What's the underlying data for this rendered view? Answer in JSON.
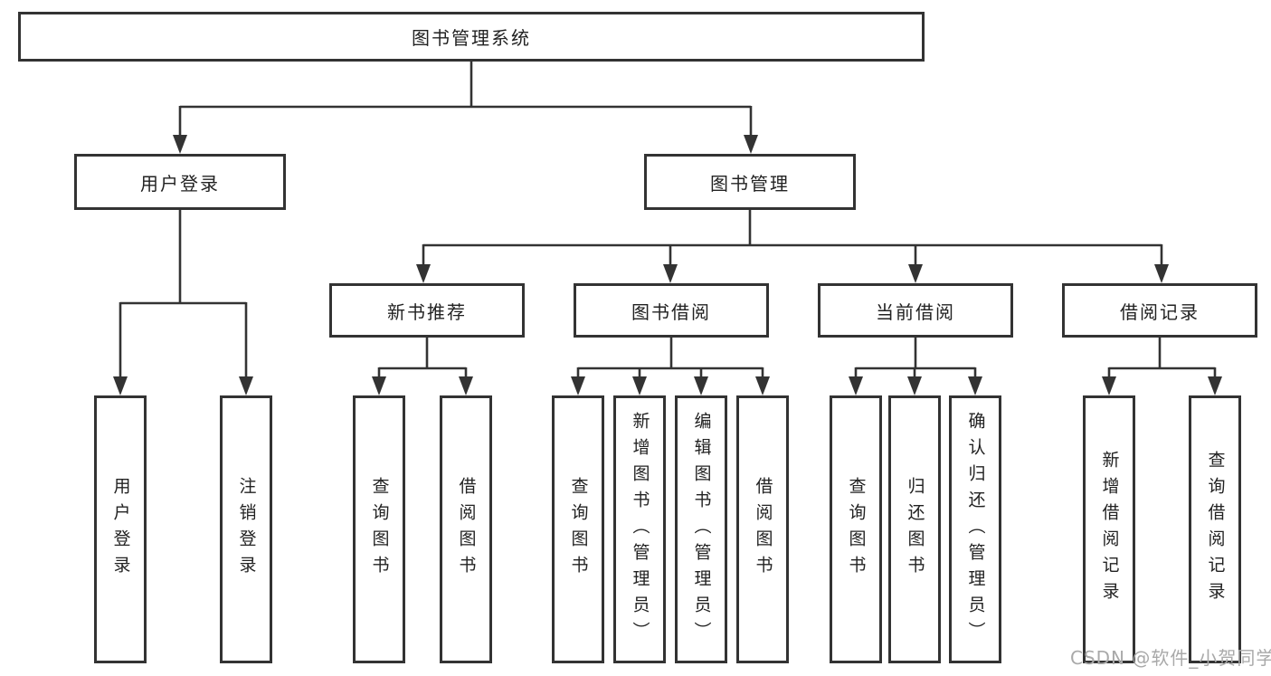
{
  "diagram": {
    "title": "图书管理系统",
    "nodes": {
      "root": {
        "label": "图书管理系统"
      },
      "level2": [
        {
          "label": "用户登录"
        },
        {
          "label": "图书管理"
        }
      ],
      "level3": [
        {
          "label": "新书推荐"
        },
        {
          "label": "图书借阅"
        },
        {
          "label": "当前借阅"
        },
        {
          "label": "借阅记录"
        }
      ],
      "leaves": [
        {
          "label": "用户登录",
          "parent": "用户登录"
        },
        {
          "label": "注销登录",
          "parent": "用户登录"
        },
        {
          "label": "查询图书",
          "parent": "新书推荐"
        },
        {
          "label": "借阅图书",
          "parent": "新书推荐"
        },
        {
          "label": "查询图书",
          "parent": "图书借阅"
        },
        {
          "label": "新增图书（管理员）",
          "parent": "图书借阅"
        },
        {
          "label": "编辑图书（管理员）",
          "parent": "图书借阅"
        },
        {
          "label": "借阅图书",
          "parent": "图书借阅"
        },
        {
          "label": "查询图书",
          "parent": "当前借阅"
        },
        {
          "label": "归还图书",
          "parent": "当前借阅"
        },
        {
          "label": "确认归还（管理员）",
          "parent": "当前借阅"
        },
        {
          "label": "新增借阅记录",
          "parent": "借阅记录"
        },
        {
          "label": "查询借阅记录",
          "parent": "借阅记录"
        }
      ]
    },
    "colors": {
      "line": "#333333",
      "text": "#222222",
      "background": "#ffffff",
      "watermark": "#a9a9a9"
    }
  },
  "watermark": "CSDN @软件_小贺同学"
}
